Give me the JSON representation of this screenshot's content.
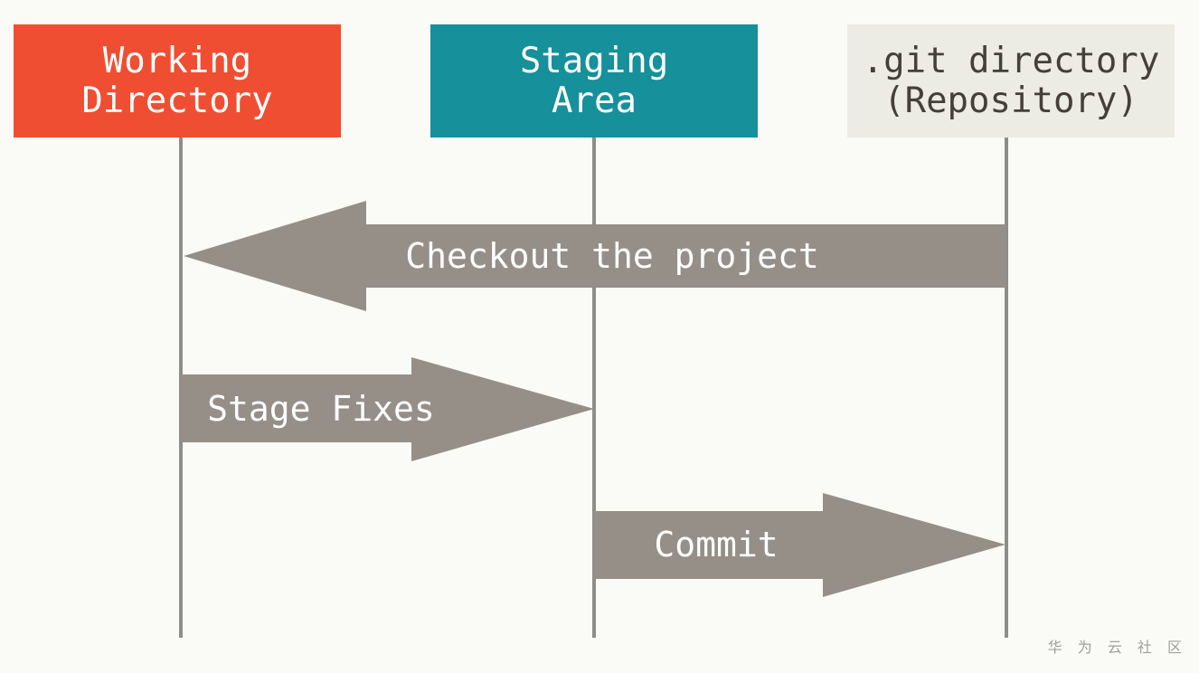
{
  "colors": {
    "background": "#FAFAF7",
    "working_directory_box": "#F04E32",
    "staging_area_box": "#16909A",
    "repository_box": "#ECEBE4",
    "repository_text": "#444039",
    "box_text_light": "#FFFFFF",
    "arrow": "#958F88",
    "lifeline": "#8D8D8A",
    "watermark": "#9E9E9A"
  },
  "diagram": {
    "type": "git-areas-sequence-diagram",
    "columns": [
      {
        "id": "working-directory",
        "label": "Working\nDirectory"
      },
      {
        "id": "staging-area",
        "label": "Staging\nArea"
      },
      {
        "id": "git-directory",
        "label": ".git directory\n(Repository)"
      }
    ],
    "arrows": [
      {
        "label": "Checkout the project",
        "from": ".git directory (Repository)",
        "to": "Working Directory",
        "direction": "left"
      },
      {
        "label": "Stage Fixes",
        "from": "Working Directory",
        "to": "Staging Area",
        "direction": "right"
      },
      {
        "label": "Commit",
        "from": "Staging Area",
        "to": ".git directory (Repository)",
        "direction": "right"
      }
    ]
  },
  "watermark": {
    "text": "华 为 云 社 区"
  }
}
